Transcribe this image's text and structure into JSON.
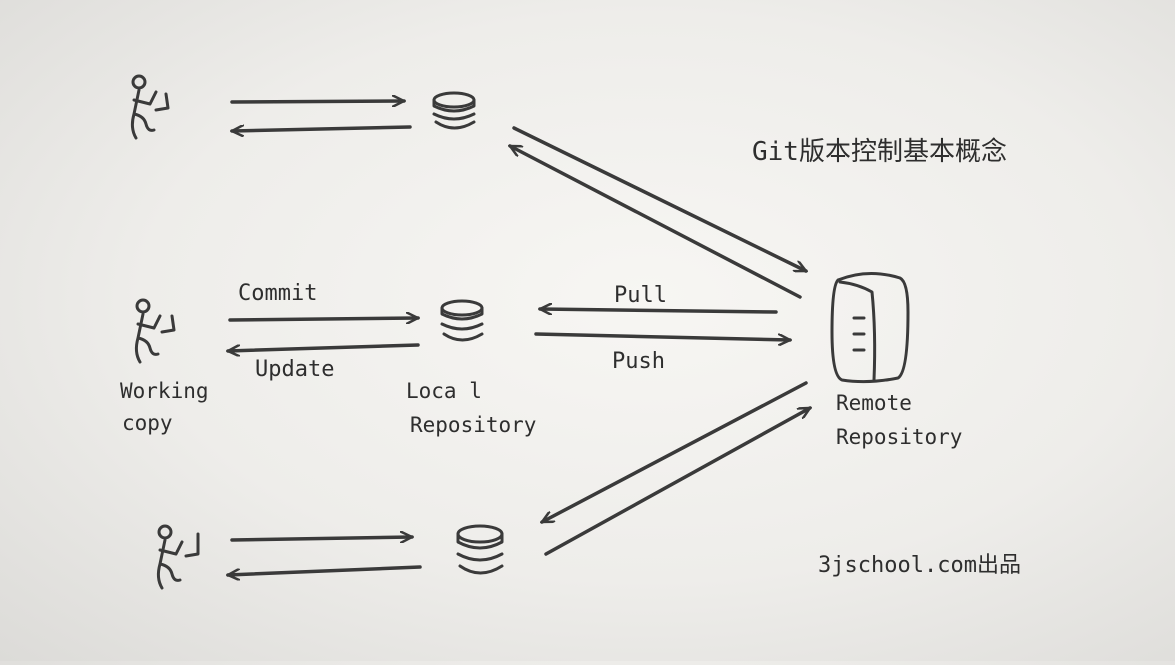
{
  "title": "Git版本控制基本概念",
  "labels": {
    "commit": "Commit",
    "update": "Update",
    "pull": "Pull",
    "push": "Push",
    "working_copy_line1": "Working",
    "working_copy_line2": "copy",
    "local_repo_line1": "Loca l",
    "local_repo_line2": "Repository",
    "remote_repo_line1": "Remote",
    "remote_repo_line2": "Repository"
  },
  "credit": "3jschool.com出品",
  "colors": {
    "pencil": "#3a3a3a",
    "paper": "#efeeeb"
  }
}
